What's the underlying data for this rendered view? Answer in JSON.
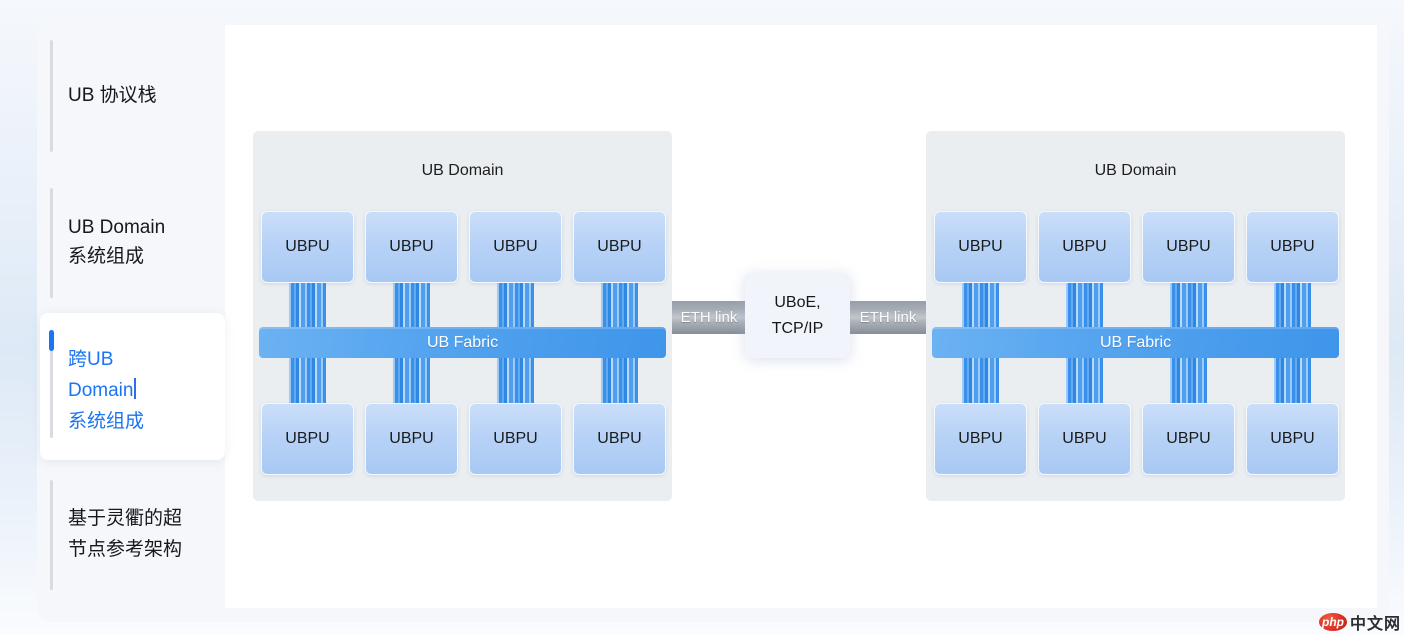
{
  "sidebar": {
    "items": [
      {
        "lines": [
          "UB 协议栈"
        ],
        "selected": false
      },
      {
        "lines": [
          "UB Domain",
          "系统组成"
        ],
        "selected": false
      },
      {
        "lines": [
          "跨UB",
          "Domain",
          "系统组成"
        ],
        "selected": true
      },
      {
        "lines": [
          "基于灵衢的超",
          "节点参考架构"
        ],
        "selected": false
      }
    ]
  },
  "diagram": {
    "domain_title": "UB Domain",
    "ubpu_label": "UBPU",
    "fabric_label": "UB Fabric",
    "eth_link_label": "ETH link",
    "center_box": {
      "line1": "UBoE,",
      "line2": "TCP/IP"
    }
  },
  "footer": {
    "logo_badge": "php",
    "logo_text": "中文网"
  },
  "colors": {
    "accent_blue": "#1b74f1",
    "fabric_blue": "#3e95ea",
    "ubpu_blue": "#a8c9f4",
    "domain_bg": "#ebeef0",
    "eth_gray": "#a6acb5",
    "logo_red": "#d92f23"
  }
}
